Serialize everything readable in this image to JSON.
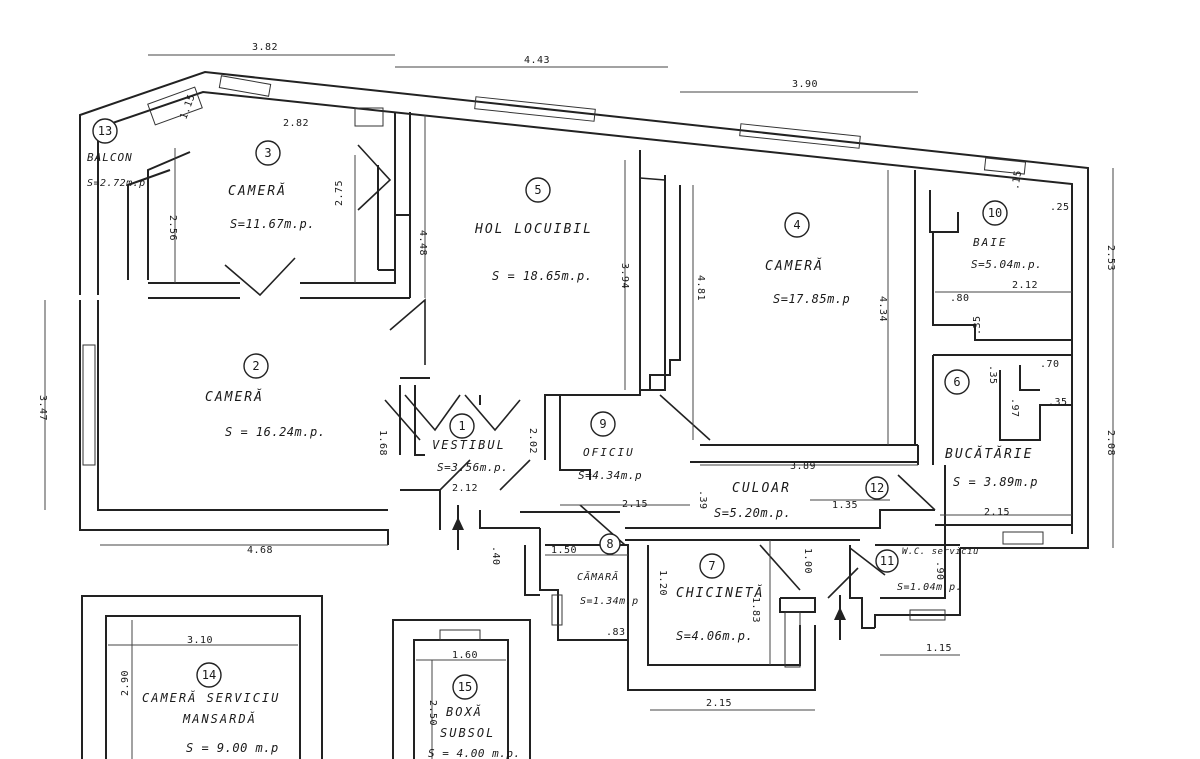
{
  "rooms": {
    "r1": {
      "no": "1",
      "name": "VESTIBUL",
      "area": "S=3.56m.p."
    },
    "r2": {
      "no": "2",
      "name": "CAMERĂ",
      "area": "S = 16.24m.p."
    },
    "r3": {
      "no": "3",
      "name": "CAMERĂ",
      "area": "S=11.67m.p."
    },
    "r4": {
      "no": "4",
      "name": "CAMERĂ",
      "area": "S=17.85m.p"
    },
    "r5": {
      "no": "5",
      "name": "HOL LOCUIBIL",
      "area": "S = 18.65m.p."
    },
    "r6": {
      "no": "6",
      "name": "BUCĂTĂRIE",
      "area": "S = 3.89m.p"
    },
    "r7": {
      "no": "7",
      "name": "CHICINETĂ",
      "area": "S=4.06m.p."
    },
    "r8": {
      "no": "8",
      "name": "CĂMARĂ",
      "area": "S=1.34m.p"
    },
    "r9": {
      "no": "9",
      "name": "OFICIU",
      "area": "S=4.34m.p"
    },
    "r10": {
      "no": "10",
      "name": "BAIE",
      "area": "S=5.04m.p."
    },
    "r11": {
      "no": "11",
      "name": "W.C. serviciu",
      "area": "S=1.04m.p."
    },
    "r12": {
      "no": "12",
      "name": "CULOAR",
      "area": "S=5.20m.p."
    },
    "r13": {
      "no": "13",
      "name": "BALCON",
      "area": "S=2.72m.p"
    },
    "r14": {
      "no": "14",
      "name1": "CAMERĂ SERVICIU",
      "name2": "MANSARDĂ",
      "area": "S = 9.00 m.p"
    },
    "r15": {
      "no": "15",
      "name1": "BOXĂ",
      "name2": "SUBSOL",
      "area": "S = 4.00 m.p."
    }
  },
  "dims": {
    "d382": "3.82",
    "d443": "4.43",
    "d390": "3.90",
    "d282": "2.82",
    "d115": "1.15",
    "d256": "2.56",
    "d275": "2.75",
    "d448": "4.48",
    "d394": "3.94",
    "d481": "4.81",
    "d434": "4.34",
    "d253": "2.53",
    "d212a": "2.12",
    "d80": ".80",
    "d35a": ".35",
    "d15": ".15",
    "d25": ".25",
    "d347": "3.47",
    "d468": "4.68",
    "d168": "1.68",
    "d212b": "2.12",
    "d202": "2.02",
    "d215a": "2.15",
    "d389": "3.89",
    "d135": "1.35",
    "d35b": ".35",
    "d70": ".70",
    "d97": ".97",
    "d35c": ".35",
    "d215b": "2.15",
    "d208": "2.08",
    "d150": "1.50",
    "d40": ".40",
    "d83": ".83",
    "d120": "1.20",
    "d183": "1.83",
    "d100": "1.00",
    "d90": ".90",
    "d115b": "1.15",
    "d215c": "2.15",
    "d310": "3.10",
    "d290": "2.90",
    "d160": "1.60",
    "d250": "2.50",
    "d39": ".39"
  }
}
